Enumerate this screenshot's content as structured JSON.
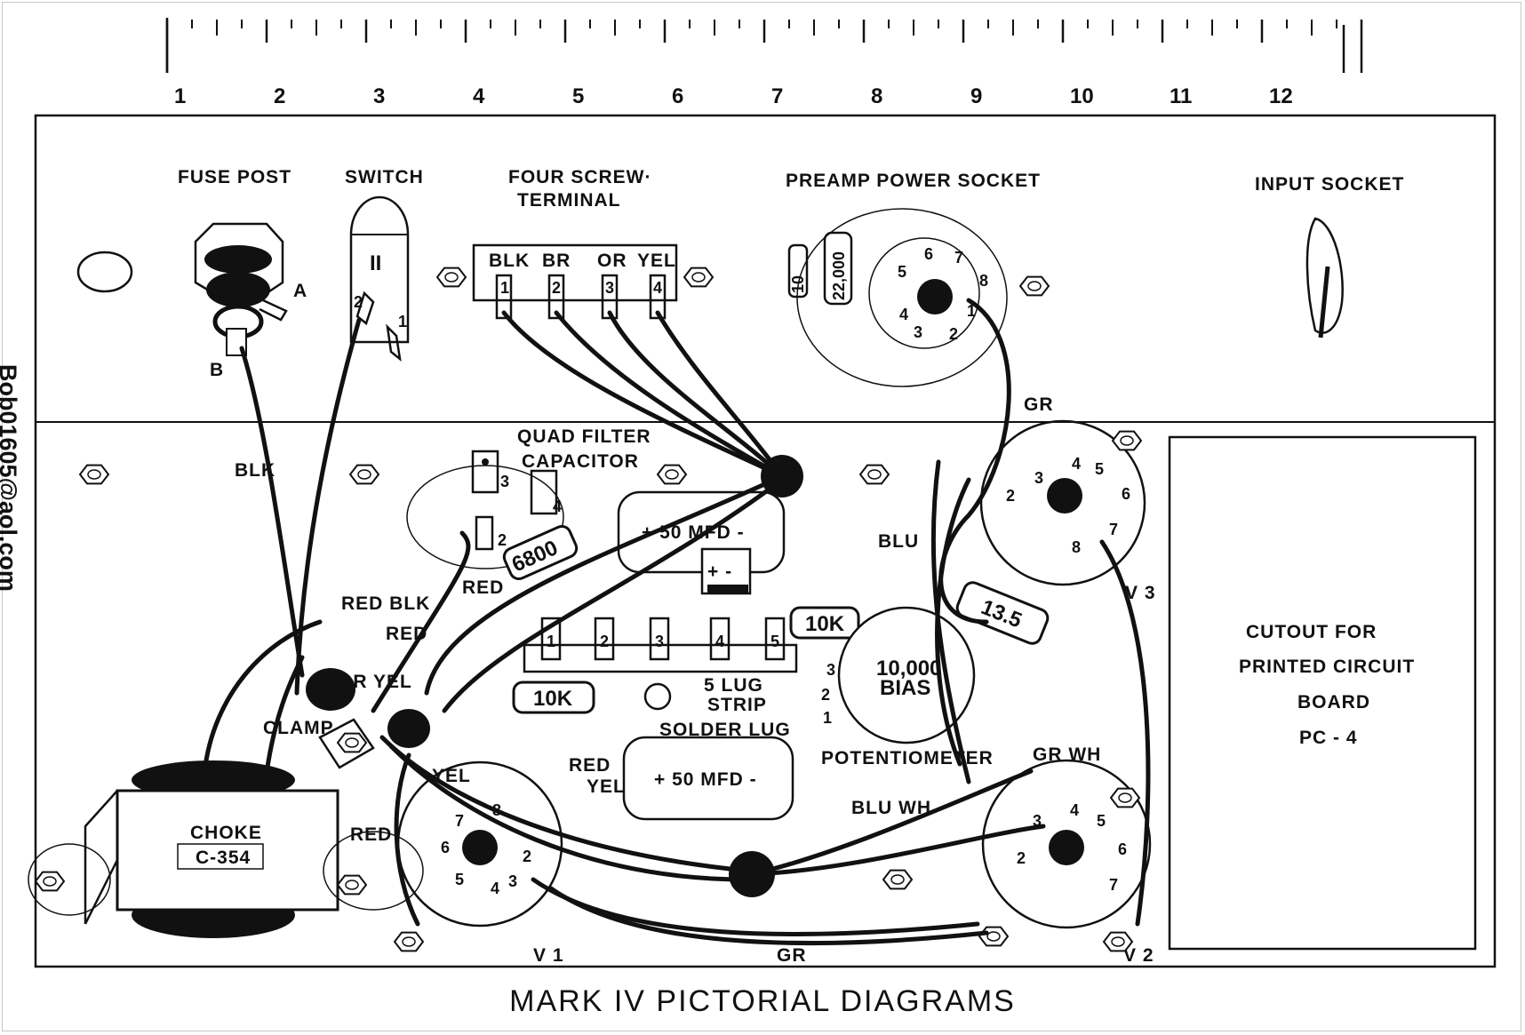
{
  "ruler": {
    "ticks": [
      "1",
      "2",
      "3",
      "4",
      "5",
      "6",
      "7",
      "8",
      "9",
      "10",
      "11",
      "12"
    ]
  },
  "watermark": {
    "email": "Bob01605@aol.com"
  },
  "caption": "MARK IV PICTORIAL DIAGRAMS",
  "labels": {
    "fuse_post": "FUSE POST",
    "fuse_a": "A",
    "fuse_b": "B",
    "switch": "SWITCH",
    "switch_mark": "II",
    "switch_pin2": "2",
    "switch_pin1": "1",
    "four_screw_1": "FOUR SCREW·",
    "four_screw_2": "TERMINAL",
    "term_blk": "BLK",
    "term_br": "BR",
    "term_or": "OR",
    "term_yel": "YEL",
    "term_nums": [
      "1",
      "2",
      "3",
      "4"
    ],
    "preamp_socket": "PREAMP  POWER  SOCKET",
    "res_10": "10",
    "res_22000": "22,000",
    "input_socket": "INPUT  SOCKET",
    "quad_1": "QUAD  FILTER",
    "quad_2": "CAPACITOR",
    "cap_6800": "6800",
    "cap_50mfd_top": "+  50 MFD  -",
    "cap_pm": "+  -",
    "res_10k_top": "10K",
    "pot_1": "10,000",
    "pot_2": "BIAS",
    "potentiometer": "POTENTIOMETER",
    "res_10k_bottom": "10K",
    "lug_strip_1": "5 LUG",
    "lug_strip_2": "STRIP",
    "lug_nums": [
      "1",
      "2",
      "3",
      "4",
      "5"
    ],
    "solder_lug": "SOLDER LUG",
    "cap_50mfd_bottom": "+  50 MFD  -",
    "res_13_5": "13.5",
    "wire_blk": "BLK",
    "wire_red_blk": "RED BLK",
    "wire_red_1": "RED",
    "wire_red_2": "RED",
    "wire_gr_yel": "GR YEL",
    "clamp": "CLAMP",
    "wire_yel": "YEL",
    "wire_red_yel_1": "RED",
    "wire_red_yel_2": "YEL",
    "wire_red_3": "RED",
    "wire_gr_top": "GR",
    "wire_blu": "BLU",
    "wire_gr_wh": "GR  WH",
    "wire_blu_wh": "BLU  WH",
    "wire_gr_bottom": "GR",
    "choke_1": "CHOKE",
    "choke_2": "C-354",
    "v1": "V 1",
    "v2": "V 2",
    "v3": "V 3",
    "cutout_1": "CUTOUT     FOR",
    "cutout_2": "PRINTED  CIRCUIT",
    "cutout_3": "BOARD",
    "cutout_4": "PC - 4",
    "pin_nums": [
      "1",
      "2",
      "3",
      "4",
      "5",
      "6",
      "7",
      "8"
    ]
  }
}
